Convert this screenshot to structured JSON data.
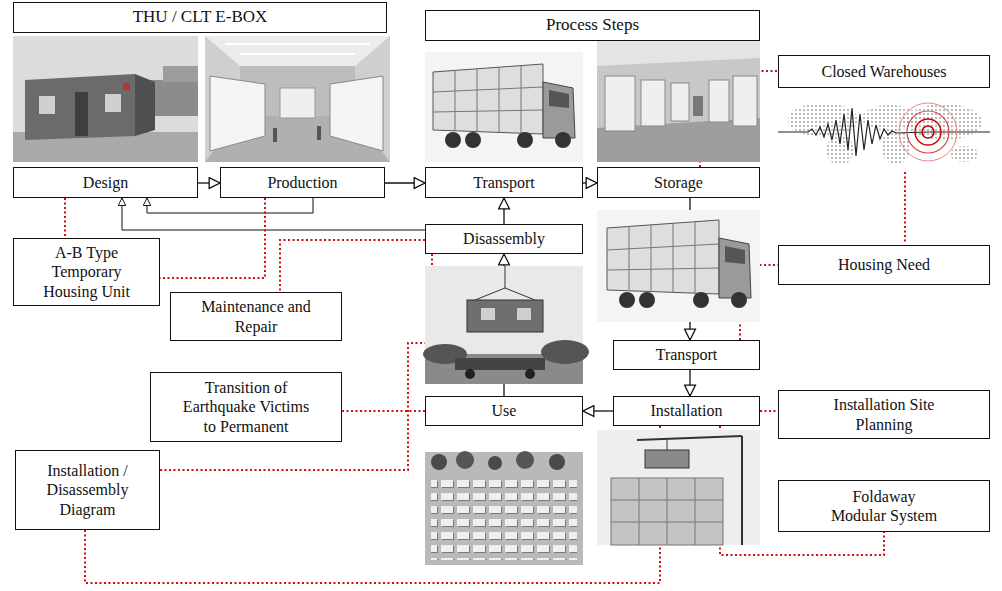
{
  "diagram": {
    "nodes": [
      {
        "text": [
          "THU / CLT E-BOX"
        ]
      },
      {
        "text": [
          "Process Steps"
        ]
      },
      {
        "text": [
          "Design"
        ]
      },
      {
        "text": [
          "Production"
        ]
      },
      {
        "text": [
          "Transport"
        ]
      },
      {
        "text": [
          "Storage"
        ]
      },
      {
        "text": [
          "Closed Warehouses"
        ]
      },
      {
        "text": [
          "A-B Type Temporary Housing Unit"
        ]
      },
      {
        "text": [
          "Disassembly"
        ]
      },
      {
        "text": [
          "Maintenance and Repair"
        ]
      },
      {
        "text": [
          "Housing Need"
        ]
      },
      {
        "text": [
          "Transport"
        ]
      },
      {
        "text": [
          "Transition of Earthquake Victims to Permanent"
        ]
      },
      {
        "text": [
          "Use"
        ]
      },
      {
        "text": [
          "Installation"
        ]
      },
      {
        "text": [
          "Installation Site Planning"
        ]
      },
      {
        "text": [
          "Installation / Disassembly Diagram"
        ]
      },
      {
        "text": [
          "Foldaway Modular System"
        ]
      }
    ],
    "edges": [
      {
        "from": 2,
        "to": 3,
        "arrow": "to"
      },
      {
        "from": 3,
        "to": 4,
        "arrow": "to"
      },
      {
        "from": 4,
        "to": 5,
        "arrow": "to"
      },
      {
        "from": 5,
        "to": 11,
        "arrow": "to"
      },
      {
        "from": 11,
        "to": 14,
        "arrow": "to"
      },
      {
        "from": 14,
        "to": 13,
        "arrow": "to"
      },
      {
        "from": 13,
        "to": 8,
        "arrow": "to"
      },
      {
        "from": 8,
        "to": 4,
        "arrow": "to"
      },
      {
        "from": 3,
        "to": 2,
        "arrow": "to"
      },
      {
        "from": 8,
        "to": 2,
        "arrow": "to"
      },
      {
        "from": 2,
        "to": 7,
        "arrow": "none"
      },
      {
        "from": 3,
        "to": 7,
        "arrow": "none"
      },
      {
        "from": 5,
        "to": 6,
        "arrow": "none"
      },
      {
        "from": 8,
        "to": 9,
        "arrow": "none"
      },
      {
        "from": 11,
        "to": 10,
        "arrow": "none"
      },
      {
        "from": 8,
        "to": 16,
        "arrow": "none"
      },
      {
        "from": 13,
        "to": 12,
        "arrow": "none"
      },
      {
        "from": 14,
        "to": 15,
        "arrow": "none"
      },
      {
        "from": 14,
        "to": 17,
        "arrow": "none"
      },
      {
        "from": 14,
        "to": 16,
        "arrow": "none"
      }
    ]
  }
}
